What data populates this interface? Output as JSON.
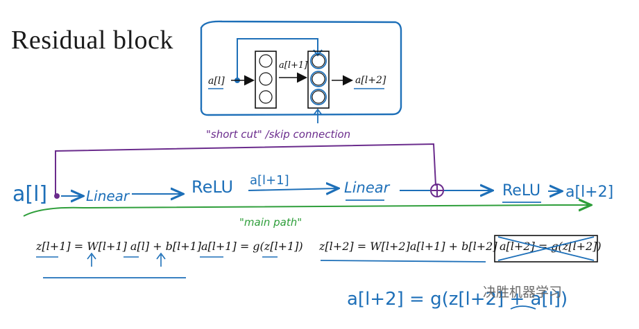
{
  "title": "Residual block",
  "box": {
    "input": "a[l]",
    "mid": "a[l+1]",
    "out": "a[l+2]"
  },
  "shortcut_label": "\"short cut\" /skip connection",
  "main_path": {
    "input": "a[l]",
    "step1": "Linear",
    "step2": "ReLU",
    "mid": "a[l+1]",
    "step3": "Linear",
    "step4": "ReLU",
    "out": "a[l+2]"
  },
  "main_path_label": "\"main path\"",
  "equations": {
    "eq1": "z[l+1] = W[l+1] a[l] + b[l+1]",
    "eq2": "a[l+1] = g(z[l+1])",
    "eq3": "z[l+2] = W[l+2]a[l+1] + b[l+2]",
    "eq4": "a[l+2] = g(z[l+2])",
    "handwritten": "a[l+2] = g(z[l+2] + a[l])"
  },
  "watermark": "决胜机器学习",
  "colors": {
    "blue": "#1d6fb8",
    "purple": "#6a2b8c",
    "green": "#2e9e3a",
    "ink": "#111111"
  }
}
